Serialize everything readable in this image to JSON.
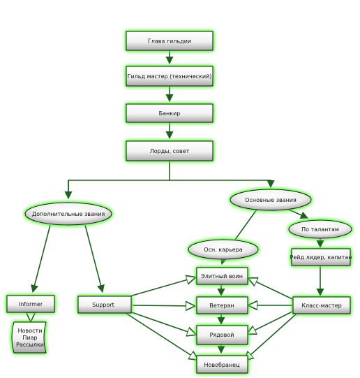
{
  "nodes": {
    "guild_head": "Глава гильдии",
    "guild_master": "Гильд мастер (технический)",
    "banker": "Банкир",
    "lords": "Лорды, совет",
    "extra_ranks": "Дополнительные звания",
    "main_ranks": "Основные звания",
    "by_talents": "По талантам",
    "career": "Осн. карьера",
    "raid_leader": "Рейд лидер, капитан",
    "elite": "Элитный воин",
    "informer": "Informer",
    "support": "Support",
    "class_master": "Класс-мастер",
    "veteran": "Ветеран",
    "private": "Рядовой",
    "recruit": "Новобранец",
    "news_lines": [
      "Новости",
      "Пиар",
      "Рассылки"
    ]
  },
  "colors": {
    "glow": "#39ff14",
    "edge": "#1f5f1f",
    "border": "#111111",
    "fill_light": "#ffffff",
    "fill_dark": "#a8a8a8"
  }
}
